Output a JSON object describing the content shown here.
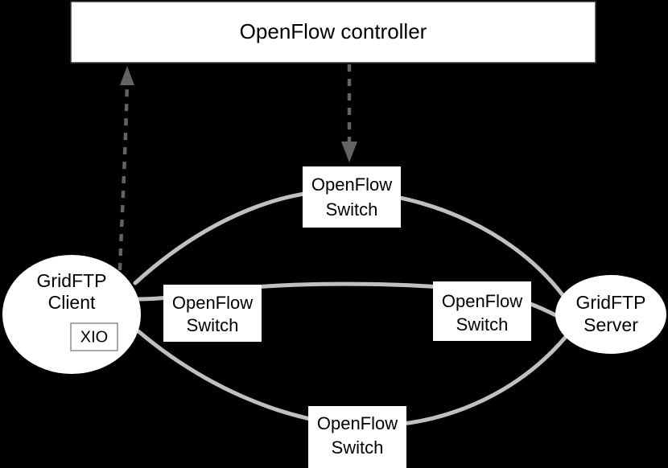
{
  "diagram": {
    "title_text": "OpenFlow controller",
    "background_color": "#000000",
    "node_fill_color": "#ffffff",
    "link_color": "#c0c0c0",
    "control_link_color": "#636363",
    "controller": {
      "label": "OpenFlow controller"
    },
    "client": {
      "label_line1": "GridFTP",
      "label_line2": "Client",
      "inner_module_label": "XIO"
    },
    "server": {
      "label_line1": "GridFTP",
      "label_line2": "Server"
    },
    "switches": [
      {
        "id": "switch-top",
        "label_line1": "OpenFlow",
        "label_line2": "Switch"
      },
      {
        "id": "switch-middle-left",
        "label_line1": "OpenFlow",
        "label_line2": "Switch"
      },
      {
        "id": "switch-middle-right",
        "label_line1": "OpenFlow",
        "label_line2": "Switch"
      },
      {
        "id": "switch-bottom",
        "label_line1": "OpenFlow",
        "label_line2": "Switch"
      }
    ],
    "control_links": [
      {
        "id": "client-to-controller",
        "direction": "up",
        "style": "dashed"
      },
      {
        "id": "controller-to-switch-top",
        "direction": "down",
        "style": "dashed"
      }
    ],
    "data_paths": [
      {
        "id": "path-top",
        "from": "GridFTP Client",
        "via": "OpenFlow Switch",
        "to": "GridFTP Server"
      },
      {
        "id": "path-middle",
        "from": "GridFTP Client",
        "via": "OpenFlow Switch",
        "to": "GridFTP Server"
      },
      {
        "id": "path-bottom",
        "from": "GridFTP Client",
        "via": "OpenFlow Switch",
        "to": "GridFTP Server"
      }
    ]
  }
}
